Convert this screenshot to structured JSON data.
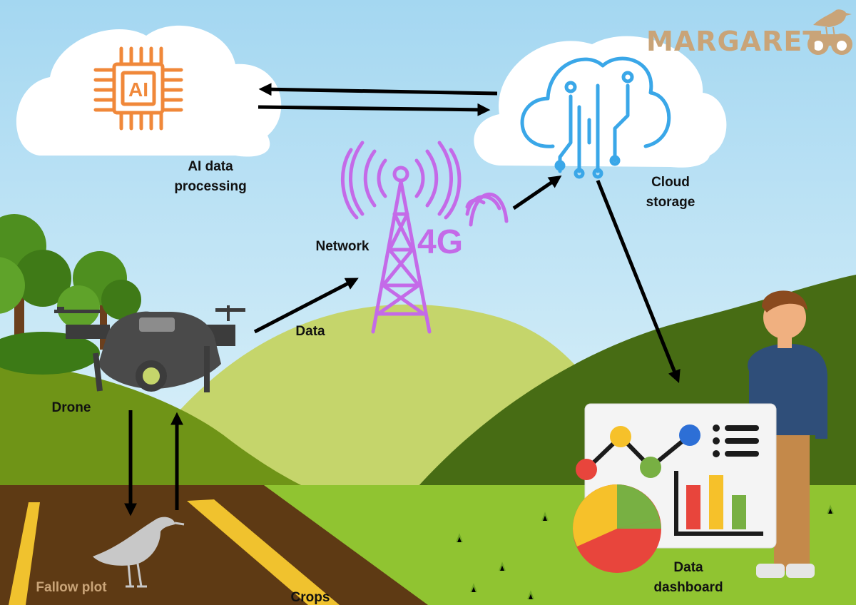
{
  "brand": {
    "name": "MARGARET",
    "color": "#c9a478"
  },
  "nodes": {
    "ai": {
      "line1": "AI data",
      "line2": "processing",
      "chip_text": "AI",
      "color": "#f0883a"
    },
    "cloud": {
      "line1": "Cloud",
      "line2": "storage",
      "color": "#3aa7e8"
    },
    "network": {
      "label": "Network",
      "badge": "4G",
      "color": "#c46ae8"
    },
    "data": {
      "label": "Data"
    },
    "drone": {
      "label": "Drone"
    },
    "dashboard": {
      "line1": "Data",
      "line2": "dashboard"
    },
    "fallow": {
      "label": "Fallow plot",
      "color": "#c9a478"
    },
    "crops": {
      "label": "Crops"
    }
  },
  "edges": [
    {
      "from": "cloud",
      "to": "ai"
    },
    {
      "from": "ai",
      "to": "cloud"
    },
    {
      "from": "drone",
      "to": "network",
      "label": "Data"
    },
    {
      "from": "network",
      "to": "cloud"
    },
    {
      "from": "cloud",
      "to": "dashboard"
    },
    {
      "from": "drone",
      "to": "fallow plot"
    },
    {
      "from": "fallow plot",
      "to": "drone"
    }
  ],
  "colors": {
    "sky": "#bfe3f3",
    "hill_light": "#c5d56b",
    "hill_dark": "#476c14",
    "grass": "#90c431",
    "soil": "#5e3a14",
    "crop": "#f0c22e"
  }
}
